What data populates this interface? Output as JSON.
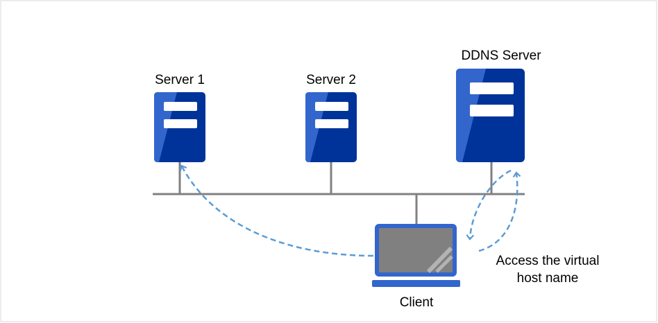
{
  "labels": {
    "server1": "Server 1",
    "server2": "Server 2",
    "ddns": "DDNS Server",
    "client": "Client",
    "access_line1": "Access the virtual",
    "access_line2": "host name"
  },
  "colors": {
    "server_dark": "#003399",
    "server_light": "#3366cc",
    "server_slot": "#ffffff",
    "network_line": "#808080",
    "dashed_arrow": "#5b9bd5",
    "laptop_frame": "#3366cc",
    "laptop_screen": "#808080"
  }
}
